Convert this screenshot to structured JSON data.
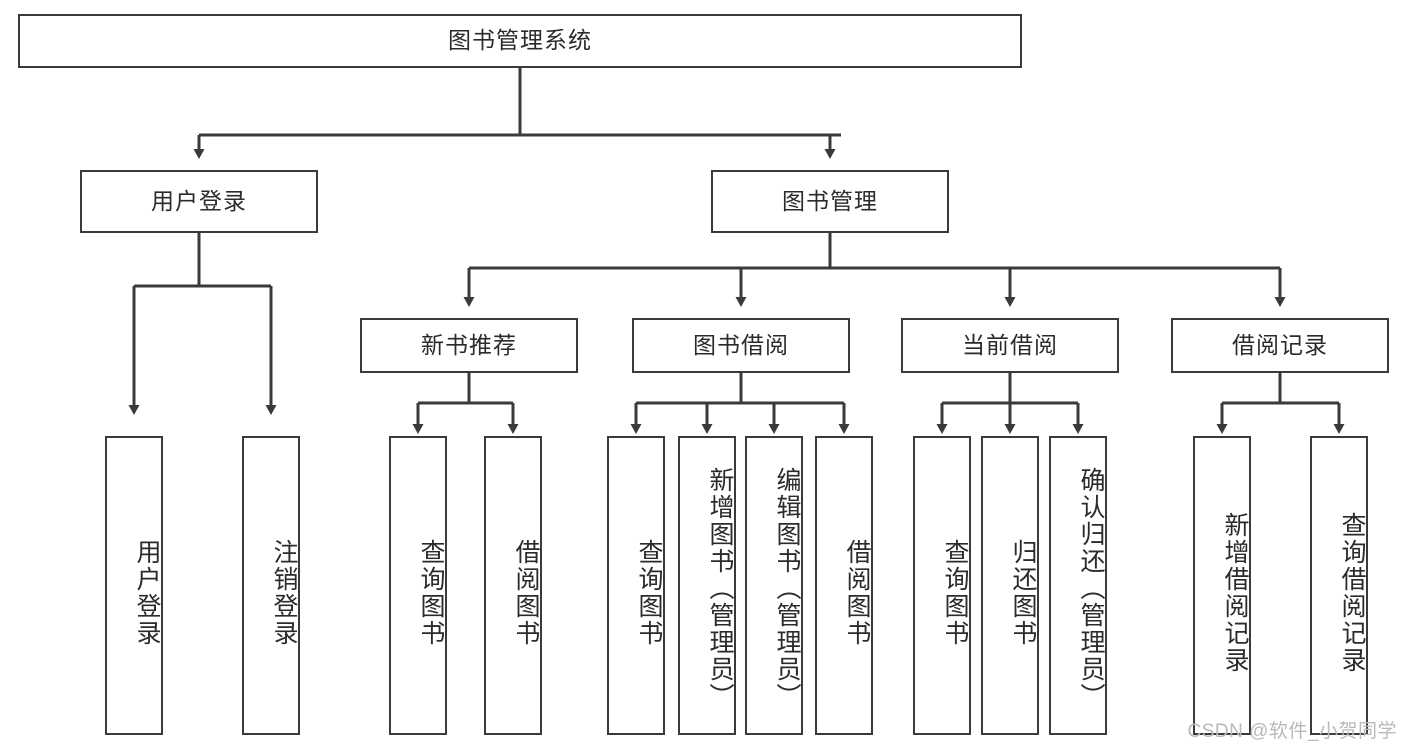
{
  "diagram": {
    "title": "图书管理系统",
    "watermark": "CSDN @软件_小贺同学",
    "colors": {
      "box_stroke": "#3a3a3a",
      "edge_stroke": "#3a3a3a",
      "text": "#2b2b2b",
      "background": "#ffffff",
      "watermark": "#b9b9b9"
    },
    "root": {
      "label": "图书管理系统"
    },
    "level1": [
      {
        "label": "用户登录"
      },
      {
        "label": "图书管理"
      }
    ],
    "level2": [
      {
        "label": "新书推荐"
      },
      {
        "label": "图书借阅"
      },
      {
        "label": "当前借阅"
      },
      {
        "label": "借阅记录"
      }
    ],
    "leaves": {
      "user_login": [
        {
          "label": "用户登录"
        },
        {
          "label": "注销登录"
        }
      ],
      "new_book_recommend": [
        {
          "label": "查询图书"
        },
        {
          "label": "借阅图书"
        }
      ],
      "book_borrow": [
        {
          "label": "查询图书"
        },
        {
          "label": "新增图书（管理员）"
        },
        {
          "label": "编辑图书（管理员）"
        },
        {
          "label": "借阅图书"
        }
      ],
      "current_borrow": [
        {
          "label": "查询图书"
        },
        {
          "label": "归还图书"
        },
        {
          "label": "确认归还（管理员）"
        }
      ],
      "borrow_record": [
        {
          "label": "新增借阅记录"
        },
        {
          "label": "查询借阅记录"
        }
      ]
    }
  }
}
